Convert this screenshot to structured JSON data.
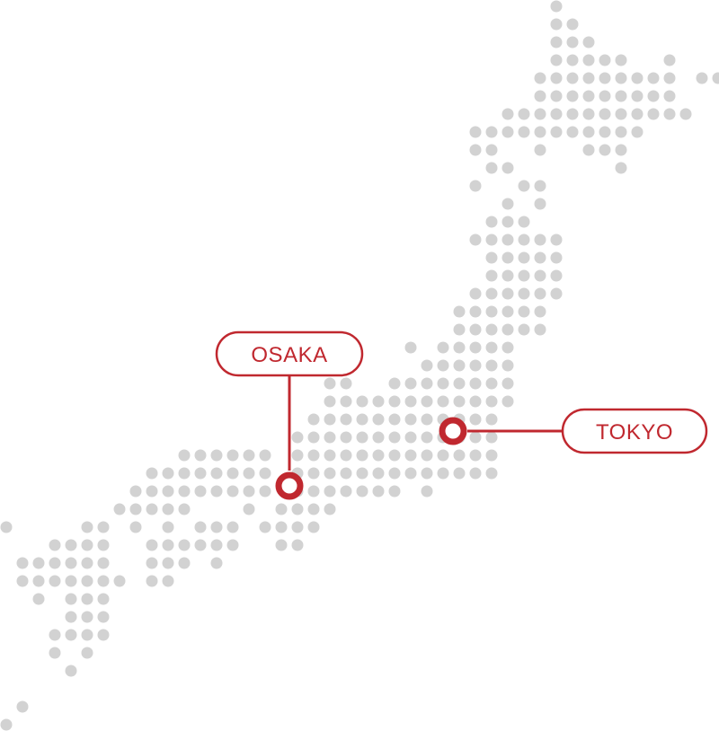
{
  "map": {
    "region": "japan-dot-map",
    "dot_color": "#d2d2d2",
    "accent_color": "#c0282f",
    "cities": [
      {
        "id": "osaka",
        "name": "OSAKA"
      },
      {
        "id": "tokyo",
        "name": "TOKYO"
      }
    ]
  }
}
